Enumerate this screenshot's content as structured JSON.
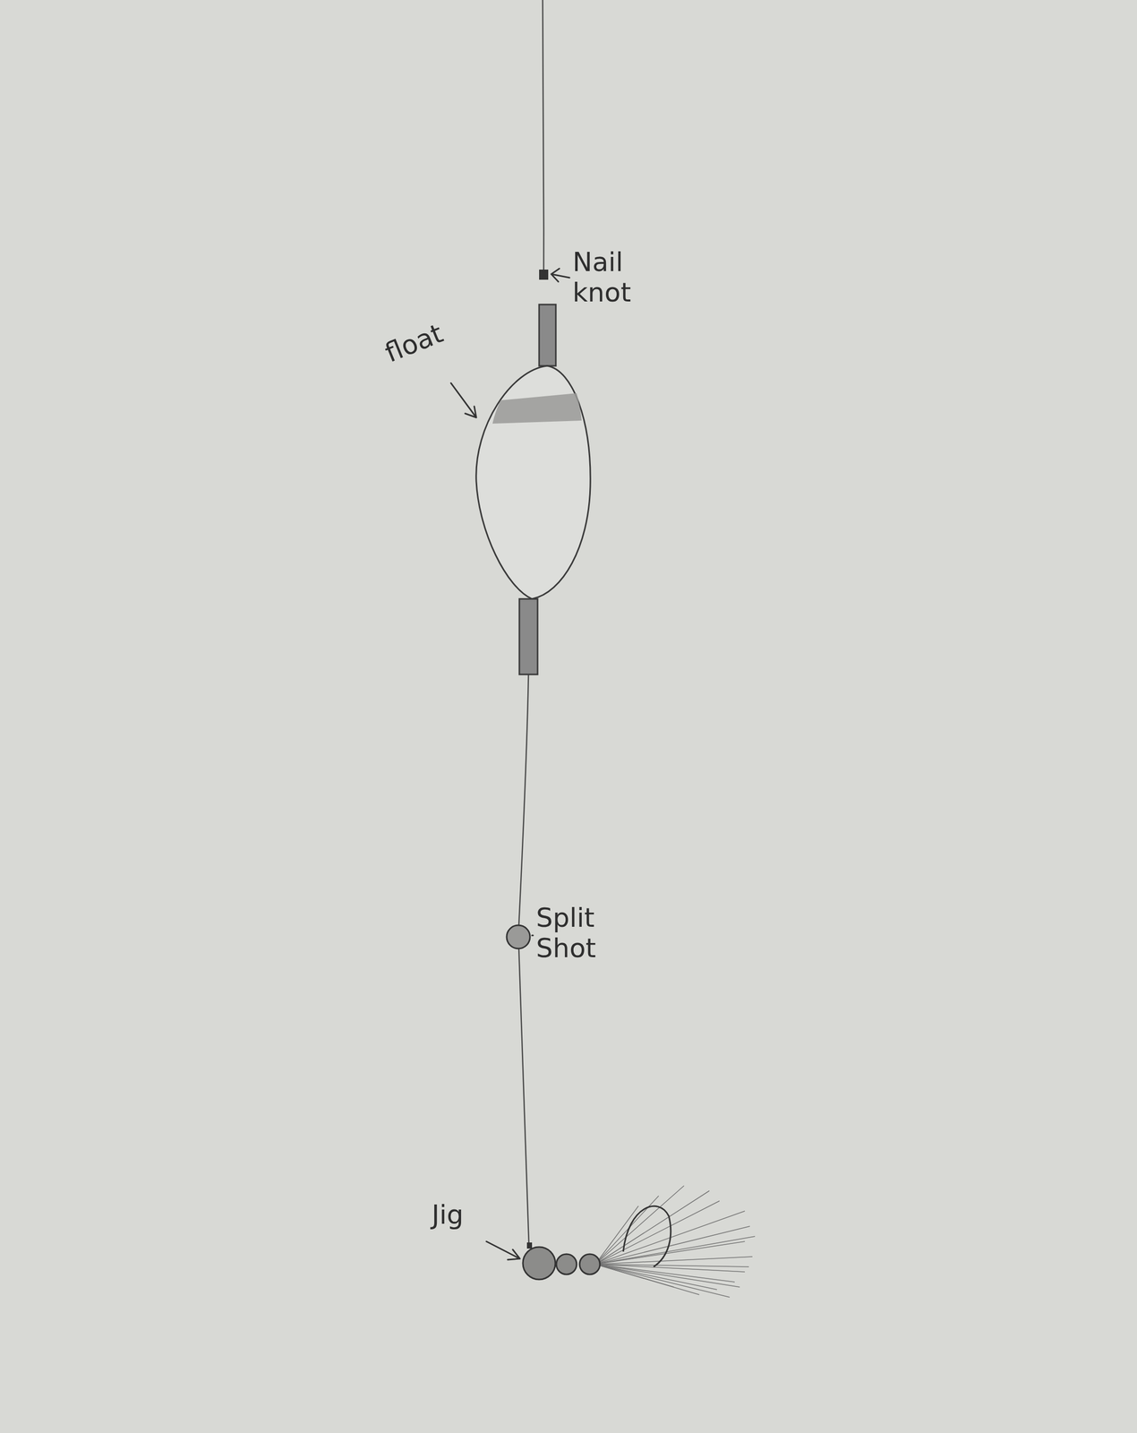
{
  "diagram": {
    "labels": [
      "Nail knot",
      "float",
      "Split Shot",
      "Jig"
    ]
  }
}
